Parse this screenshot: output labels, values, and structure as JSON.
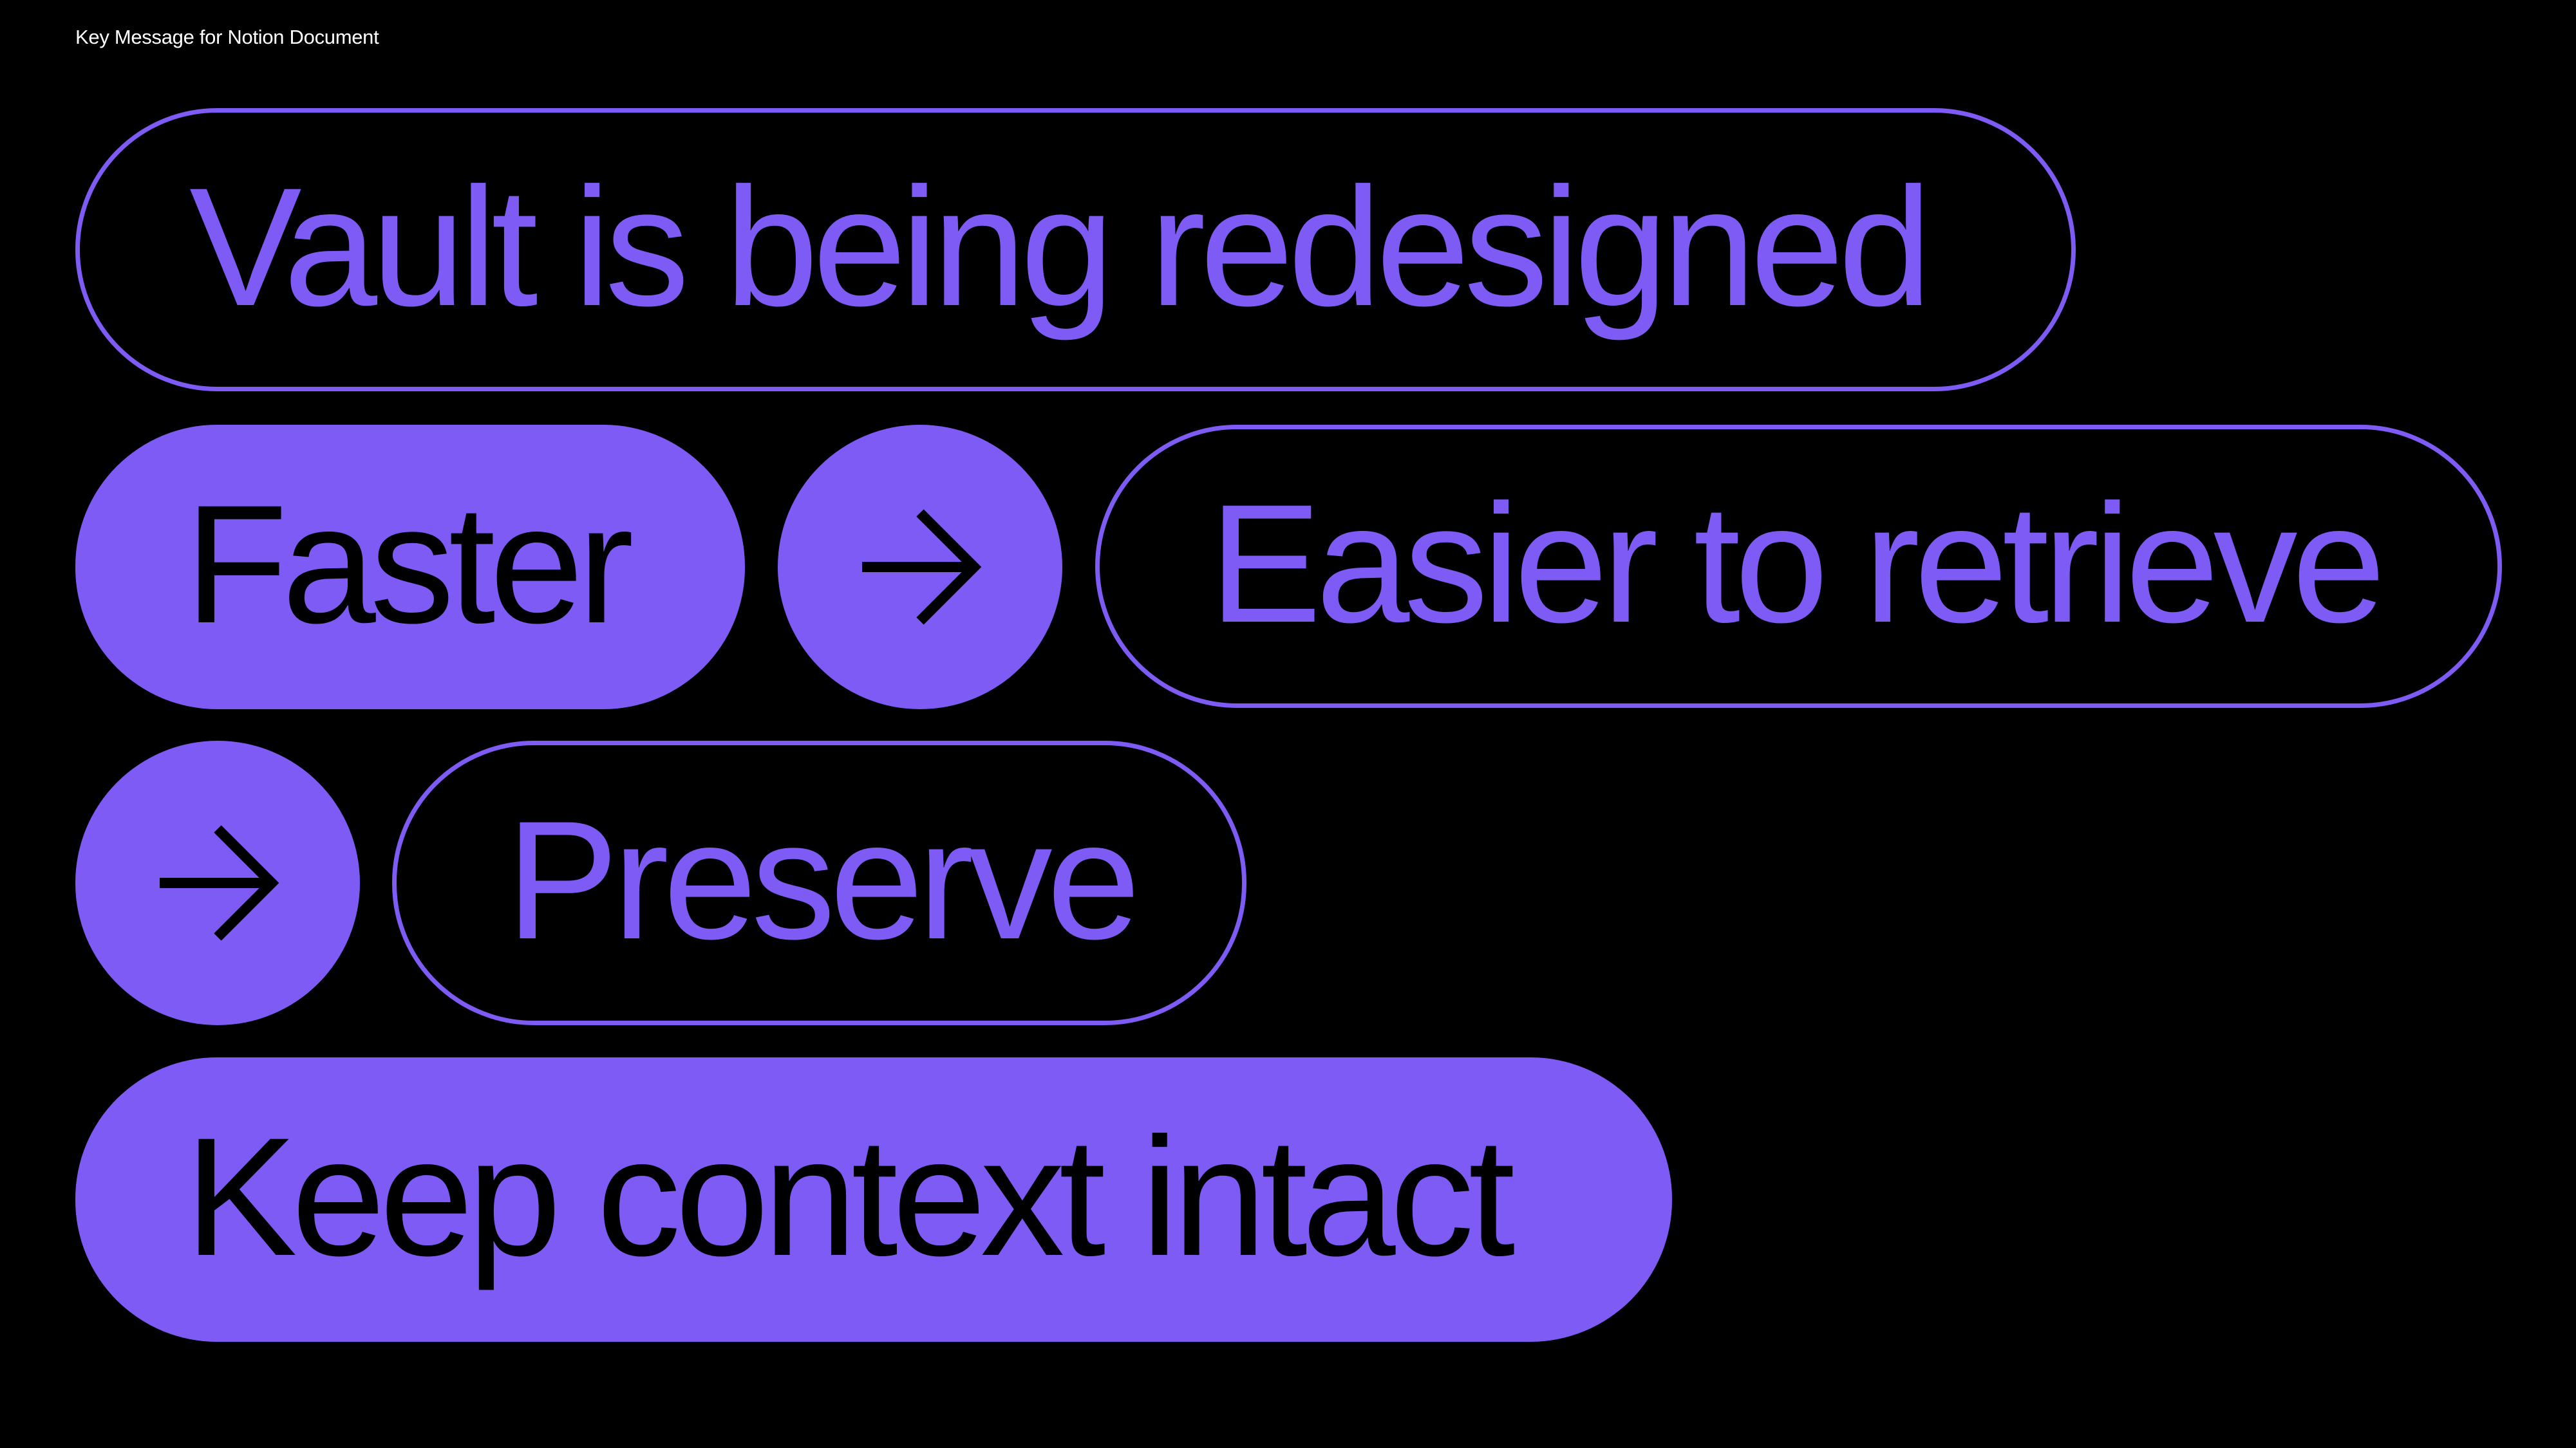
{
  "caption": "Key Message for Notion Document",
  "pills": {
    "headline": "Vault is being redesigned",
    "faster": "Faster",
    "easier": "Easier to retrieve",
    "preserve": "Preserve",
    "context": "Keep context intact"
  },
  "icons": {
    "arrow_1": "arrow-right-icon",
    "arrow_2": "arrow-right-icon"
  },
  "colors": {
    "background": "#000000",
    "accent": "#7f5bf5",
    "caption_text": "#ffffff"
  }
}
